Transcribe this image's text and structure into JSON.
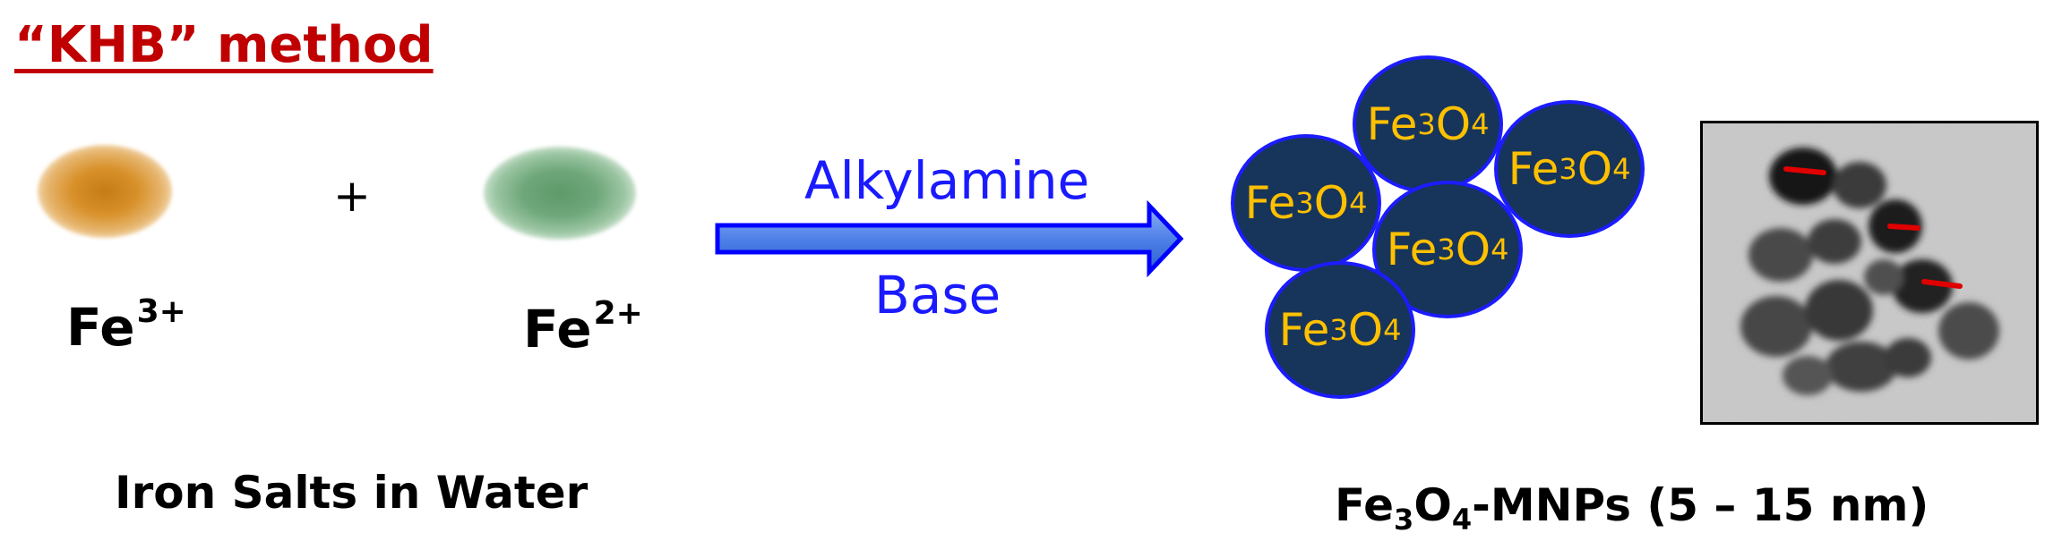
{
  "title": "“KHB” method",
  "reactants": {
    "plus": "+",
    "fe3": {
      "base": "Fe",
      "charge": "3+"
    },
    "fe2": {
      "base": "Fe",
      "charge": "2+"
    },
    "caption": "Iron Salts in Water"
  },
  "reagents": {
    "top": "Alkylamine",
    "bottom": "Base"
  },
  "particles": [
    {
      "fe": "Fe",
      "n1": "3",
      "o": "O",
      "n2": "4"
    },
    {
      "fe": "Fe",
      "n1": "3",
      "o": "O",
      "n2": "4"
    },
    {
      "fe": "Fe",
      "n1": "3",
      "o": "O",
      "n2": "4"
    },
    {
      "fe": "Fe",
      "n1": "3",
      "o": "O",
      "n2": "4"
    },
    {
      "fe": "Fe",
      "n1": "3",
      "o": "O",
      "n2": "4"
    }
  ],
  "product_caption": {
    "fe": "Fe",
    "n1": "3",
    "o": "O",
    "n2": "4",
    "rest": "-MNPs (5 – 15 nm)"
  },
  "colors": {
    "title": "#c00000",
    "reagent_text": "#1a1aff",
    "arrow_fill": "#4f81e8",
    "arrow_outline": "#0000ff",
    "particle_fill": "#17345a",
    "particle_outline": "#1c1cff",
    "particle_text": "#ffc000",
    "scale_bar": "#e00000"
  }
}
